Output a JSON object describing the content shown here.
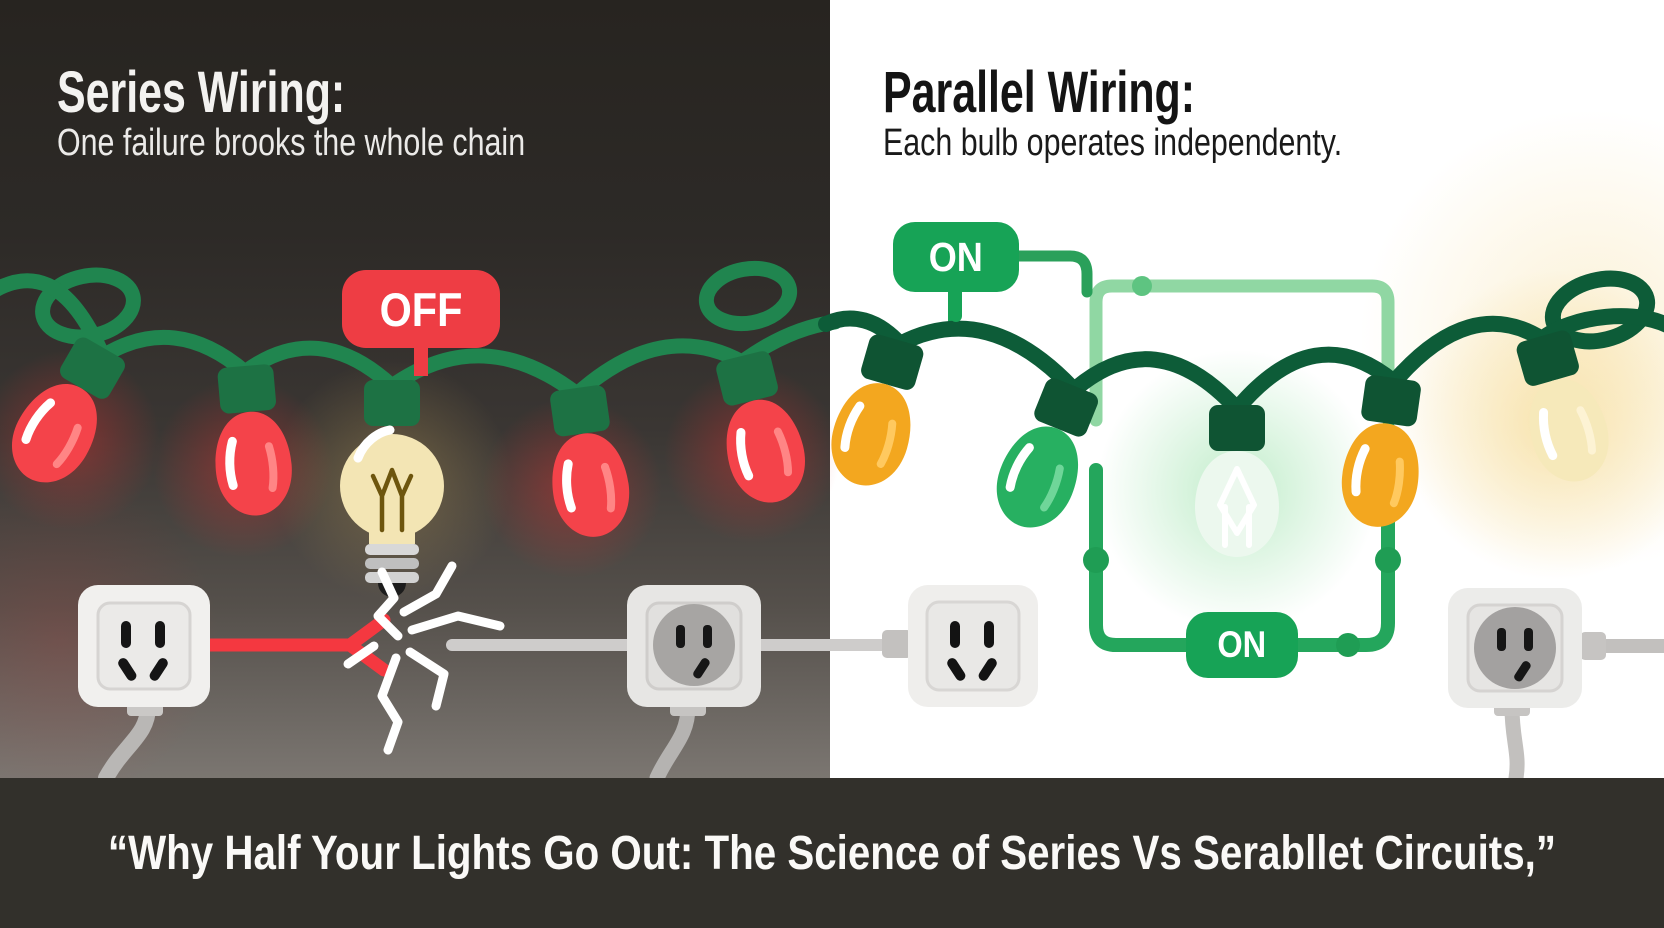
{
  "series_panel": {
    "title": "Series Wiring:",
    "subtitle": "One failure brooks the whole chain",
    "badge_label": "OFF",
    "badge_color": "#ee3d44",
    "bulb_color": "#f4434a",
    "wire_color": "#20854f",
    "broken_wire_color": "#f43840"
  },
  "parallel_panel": {
    "title": "Parallel Wiring:",
    "subtitle": "Each bulb operates independenty.",
    "badge_top_label": "ON",
    "badge_bottom_label": "ON",
    "badge_color": "#17a356",
    "wire_color": "#0d5c38",
    "circuit_rail_light": "#90d7a3",
    "circuit_rail_medium": "#24a65c",
    "bulb_colors": [
      "#f3a71f",
      "#27b061",
      "#ecf8ee",
      "#f3a71f",
      "#f6e9ba"
    ]
  },
  "caption": "“Why Half Your Lights Go Out: The Science of Series Vs Serabllet Circuits,”",
  "colors": {
    "caption_band": "#32302b",
    "series_background_top": "#272420",
    "series_background_bottom": "#7b7671",
    "parallel_background": "#ffffff"
  }
}
